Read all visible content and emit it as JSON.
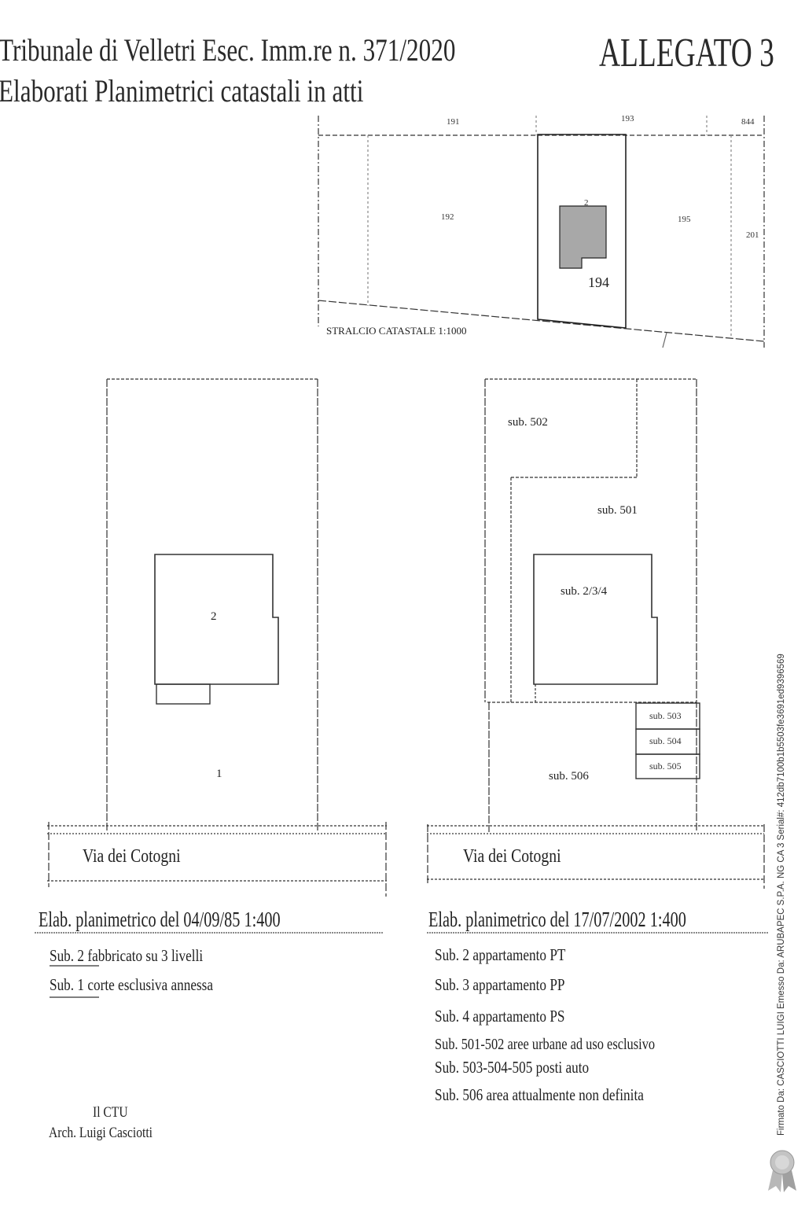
{
  "header": {
    "title_line1": "Tribunale di Velletri Esec. Imm.re n. 371/2020",
    "title_line2": "Elaborati Planimetrici catastali in atti",
    "allegato": "ALLEGATO 3"
  },
  "cadastral_extract": {
    "parcels": [
      "191",
      "193",
      "844",
      "192",
      "2",
      "195",
      "201",
      "194"
    ],
    "caption": "STRALCIO CATASTALE 1:1000"
  },
  "plan_1985": {
    "building_label": "2",
    "court_label": "1",
    "street": "Via dei Cotogni",
    "caption": "Elab. planimetrico del 04/09/85 1:400",
    "legend": [
      {
        "sub": "Sub. 2",
        "text": "fabbricato su 3 livelli"
      },
      {
        "sub": "Sub. 1",
        "text": "corte esclusiva annessa"
      }
    ]
  },
  "plan_2002": {
    "labels": {
      "sub502": "sub. 502",
      "sub501": "sub. 501",
      "sub234": "sub. 2/3/4",
      "sub503": "sub. 503",
      "sub504": "sub. 504",
      "sub505": "sub. 505",
      "sub506": "sub. 506"
    },
    "street": "Via dei Cotogni",
    "caption": "Elab. planimetrico del 17/07/2002 1:400",
    "legend": [
      "Sub. 2 appartamento PT",
      "Sub. 3 appartamento PP",
      "Sub. 4 appartamento PS",
      "Sub. 501-502 aree urbane ad uso esclusivo",
      "Sub. 503-504-505 posti auto",
      "Sub. 506 area attualmente non definita"
    ]
  },
  "signature": {
    "role": "Il CTU",
    "name": "Arch. Luigi Casciotti"
  },
  "digital_signature": "Firmato Da: CASCIOTTI LUIGI Emesso Da: ARUBAPEC S.P.A. NG CA 3 Serial#: 412db7100b1b5503fe3691ed9396569"
}
